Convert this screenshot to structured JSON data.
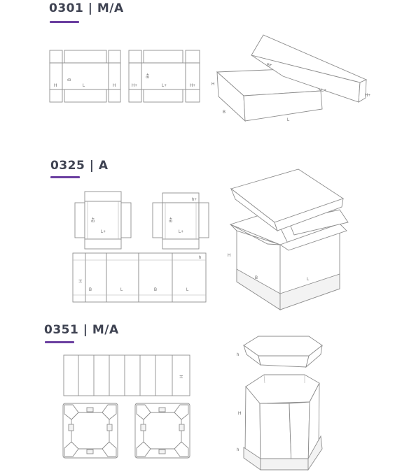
{
  "sections": [
    {
      "title": "0301 | M/A",
      "accent_color": "#6b3fa0",
      "flat_left": {
        "h_left": "H",
        "b": "B",
        "l": "L",
        "h_right": "H"
      },
      "flat_right": {
        "h_left": "H+",
        "b": "B+",
        "l": "L+",
        "h_right": "H+"
      },
      "box": {
        "b_lid": "B+",
        "l_lid": "L+",
        "h_lid": "H+",
        "h": "H",
        "b": "B",
        "l": "L"
      }
    },
    {
      "title": "0325 | A",
      "accent_color": "#6b3fa0",
      "tray1": {
        "b": "B+",
        "l": "L+"
      },
      "tray2": {
        "h": "h+",
        "b": "B+",
        "l": "L+"
      },
      "sleeve": {
        "h_small": "h",
        "h_big": "H",
        "b1": "B",
        "l1": "L",
        "b2": "B",
        "l2": "L"
      },
      "box": {
        "h": "H",
        "b": "B",
        "l": "L"
      }
    },
    {
      "title": "0351 | M/A",
      "accent_color": "#6b3fa0",
      "strip": {
        "h": "H"
      },
      "box": {
        "h_lid": "h",
        "h": "H",
        "h_base": "h"
      }
    }
  ]
}
